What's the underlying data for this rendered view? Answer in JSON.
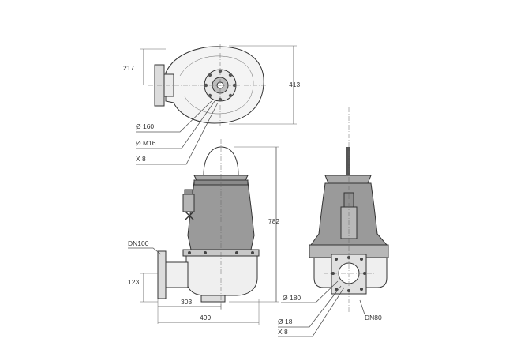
{
  "top_view": {
    "dim_width": "217",
    "dim_height": "413",
    "flange_diameter": "Ø 160",
    "bolt_size": "Ø M16",
    "bolt_count": "X 8"
  },
  "side_view": {
    "outlet_label": "DN100",
    "outlet_height": "123",
    "dim_base": "303",
    "dim_overall": "499",
    "dim_height": "782"
  },
  "front_view": {
    "flange_diameter": "Ø 180",
    "hole_diameter": "Ø 18",
    "hole_count": "X 8",
    "outlet_label": "DN80"
  },
  "colors": {
    "body_fill": "#9a9a9a",
    "body_dark": "#7d7d7d",
    "line": "#444444",
    "background": "#ffffff"
  }
}
